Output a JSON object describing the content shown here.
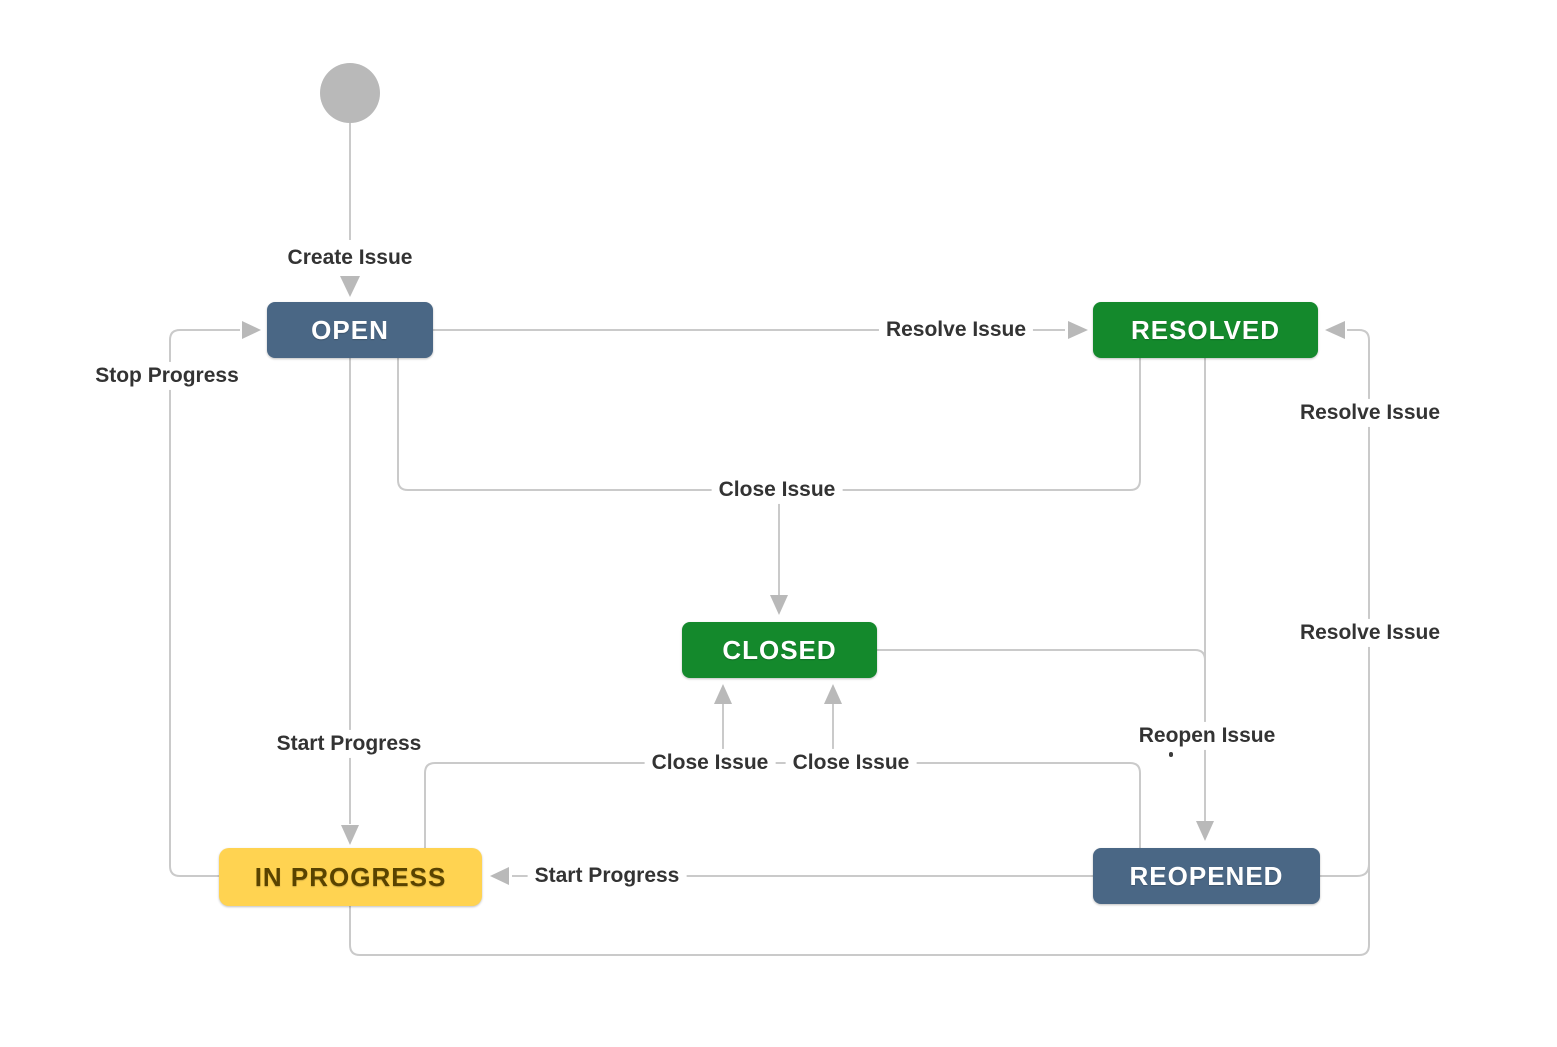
{
  "diagram": {
    "type": "workflow-state-diagram",
    "nodes": {
      "start": {
        "shape": "circle",
        "label": ""
      },
      "open": {
        "label": "OPEN",
        "color": "#4A6785",
        "text_color": "#FFFFFF"
      },
      "resolved": {
        "label": "RESOLVED",
        "color": "#14892C",
        "text_color": "#FFFFFF"
      },
      "closed": {
        "label": "CLOSED",
        "color": "#14892C",
        "text_color": "#FFFFFF"
      },
      "in_progress": {
        "label": "IN PROGRESS",
        "color": "#FFD351",
        "text_color": "#594300"
      },
      "reopened": {
        "label": "REOPENED",
        "color": "#4A6785",
        "text_color": "#FFFFFF"
      }
    },
    "edges": {
      "create_issue": {
        "label": "Create Issue",
        "from": "start",
        "to": "open"
      },
      "resolve_issue_open": {
        "label": "Resolve Issue",
        "from": "open",
        "to": "resolved"
      },
      "stop_progress": {
        "label": "Stop Progress",
        "from": "in_progress",
        "to": "open"
      },
      "close_issue_open_resolved": {
        "label": "Close Issue",
        "from": "open, resolved",
        "to": "closed"
      },
      "start_progress_open": {
        "label": "Start Progress",
        "from": "open",
        "to": "in_progress"
      },
      "close_issue_in_progress": {
        "label": "Close Issue",
        "from": "in_progress",
        "to": "closed"
      },
      "close_issue_reopened": {
        "label": "Close Issue",
        "from": "reopened",
        "to": "closed"
      },
      "reopen_issue": {
        "label": "Reopen Issue",
        "from": "resolved, closed",
        "to": "reopened"
      },
      "start_progress_reopened": {
        "label": "Start Progress",
        "from": "reopened",
        "to": "in_progress"
      },
      "resolve_issue_upper_right": {
        "label": "Resolve Issue",
        "from": "reopened",
        "to": "resolved"
      },
      "resolve_issue_lower_right": {
        "label": "Resolve Issue",
        "from": "in_progress",
        "to": "resolved"
      }
    },
    "colors": {
      "background": "#FFFFFF",
      "edge_line": "#CACACA",
      "arrowhead": "#B9B9B9",
      "start_node": "#B9B9B9",
      "edge_label_text": "#333333",
      "status_blue_gray": "#4A6785",
      "status_green": "#14892C",
      "status_yellow": "#FFD351",
      "status_yellow_text": "#594300"
    }
  }
}
